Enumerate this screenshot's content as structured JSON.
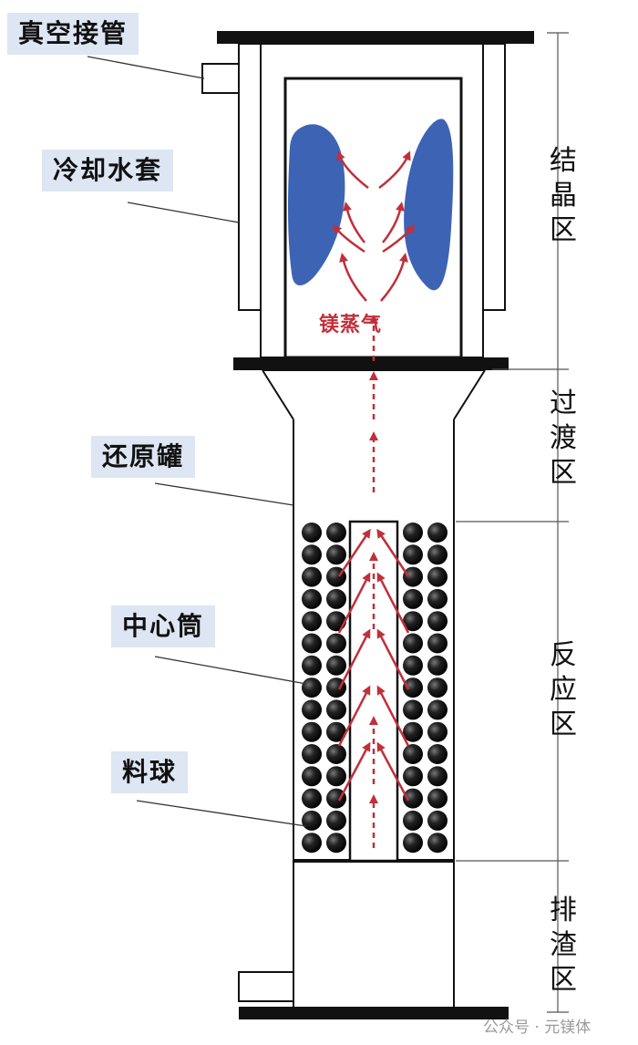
{
  "labels": {
    "vacuum_pipe": "真空接管",
    "cooling_jacket": "冷却水套",
    "reduction_tank": "还原罐",
    "center_tube": "中心筒",
    "material_balls": "料球"
  },
  "zones": {
    "crystallization": [
      "结",
      "晶",
      "区"
    ],
    "transition": [
      "过",
      "渡",
      "区"
    ],
    "reaction": [
      "反",
      "应",
      "区"
    ],
    "slag_discharge": [
      "排",
      "渣",
      "区"
    ]
  },
  "steam_label": "镁蒸气",
  "watermark": "公众号 · 元镁体",
  "colors": {
    "arrow": "#c0303a",
    "crystal": "#3d63b5",
    "ball": "#1a1a1a",
    "label_bg": "#dde6f2",
    "line": "#111111"
  }
}
